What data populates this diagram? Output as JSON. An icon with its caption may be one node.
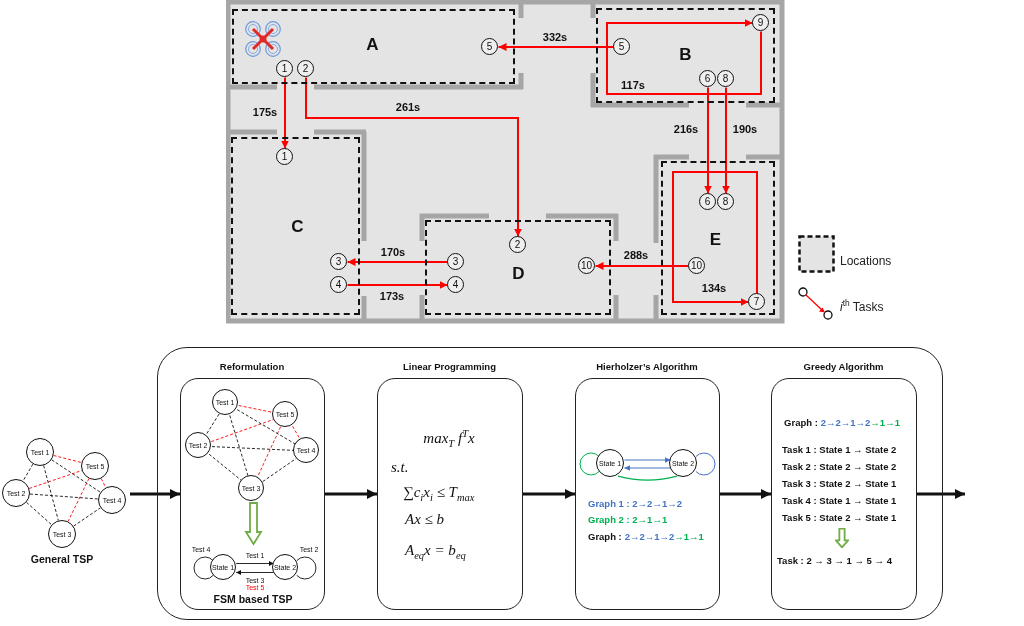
{
  "diagram": {
    "nodes": [
      {
        "text": [
          "A"
        ]
      },
      {
        "text": [
          "1"
        ],
        "in": 0
      },
      {
        "text": [
          "2"
        ],
        "in": 0
      },
      {
        "text": [
          "5"
        ],
        "in": 0
      },
      {
        "text": [
          "B"
        ]
      },
      {
        "text": [
          "9"
        ],
        "in": 4
      },
      {
        "text": [
          "5"
        ],
        "in": 4
      },
      {
        "text": [
          "6"
        ],
        "in": 4
      },
      {
        "text": [
          "8"
        ],
        "in": 4
      },
      {
        "text": [
          "C"
        ]
      },
      {
        "text": [
          "1"
        ],
        "in": 9
      },
      {
        "text": [
          "3"
        ],
        "in": 9
      },
      {
        "text": [
          "4"
        ],
        "in": 9
      },
      {
        "text": [
          "D"
        ]
      },
      {
        "text": [
          "2"
        ],
        "in": 13
      },
      {
        "text": [
          "3"
        ],
        "in": 13
      },
      {
        "text": [
          "4"
        ],
        "in": 13
      },
      {
        "text": [
          "10"
        ],
        "in": 13
      },
      {
        "text": [
          "E"
        ]
      },
      {
        "text": [
          "6"
        ],
        "in": 18
      },
      {
        "text": [
          "8"
        ],
        "in": 18
      },
      {
        "text": [
          "10"
        ],
        "in": 18
      },
      {
        "text": [
          "7"
        ],
        "in": 18
      },
      {
        "text": [
          "General TSP"
        ]
      },
      {
        "text": [
          "Test 1"
        ],
        "in": 23
      },
      {
        "text": [
          "Test 5"
        ],
        "in": 23
      },
      {
        "text": [
          "Test 2"
        ],
        "in": 23
      },
      {
        "text": [
          "Test 4"
        ],
        "in": 23
      },
      {
        "text": [
          "Test 3"
        ],
        "in": 23
      },
      {
        "text": [],
        "shape": "box"
      },
      {
        "text": [
          "Reformulation"
        ],
        "in": 29
      },
      {
        "text": [],
        "shape": "picture",
        "in": 30
      },
      {
        "text": [
          "Test 1"
        ],
        "in": 31
      },
      {
        "text": [
          "Test 5"
        ],
        "in": 31
      },
      {
        "text": [
          "Test 2"
        ],
        "in": 31
      },
      {
        "text": [
          "Test 4"
        ],
        "in": 31
      },
      {
        "text": [
          "Test 3"
        ],
        "in": 31
      },
      {
        "text": [
          "FSM based TSP"
        ],
        "in": 30
      },
      {
        "text": [
          "State 1"
        ],
        "in": 37
      },
      {
        "text": [
          "State 2"
        ],
        "in": 37
      },
      {
        "text": [
          "Linear Programming",
          "max$_{T}$ f$^{T}$x",
          "s.t.",
          "∑c$_{i}$x$_{i}$ ≤ T$_{max}$",
          "Ax ≤ b",
          "A$_{eq}$x = b$_{eq}$"
        ],
        "in": 29
      },
      {
        "text": [
          "Hierholzer’s Algorithm",
          "Graph 1 : 2→2→1→2",
          "Graph 2 : 2→1→1",
          "Graph :",
          "2→2→1→2",
          "→1→1"
        ],
        "in": 29
      },
      {
        "text": [
          "State 1"
        ],
        "in": 41
      },
      {
        "text": [
          "State 2"
        ],
        "in": 41
      },
      {
        "text": [
          "Greedy Algorithm",
          "Graph :",
          "2→2→1→2",
          "→1→1",
          "Task 1 : State 1 → State 2",
          "Task 2 : State 2 → State 2",
          "Task 3 : State 2 → State 1",
          "Task 4 : State 1 → State 1",
          "Task 5 : State 2 → State 1",
          "Task : 2 → 3 → 1 → 5 → 4"
        ],
        "in": 29
      }
    ],
    "edges": [
      {
        "from": 1,
        "to": 10,
        "arrow": "to",
        "label": "175s",
        "color": "#ff0000"
      },
      {
        "from": 2,
        "to": 14,
        "arrow": "to",
        "label": "261s",
        "color": "#ff0000"
      },
      {
        "from": 15,
        "to": 11,
        "arrow": "to",
        "label": "170s",
        "color": "#ff0000"
      },
      {
        "from": 12,
        "to": 16,
        "arrow": "to",
        "label": "173s",
        "color": "#ff0000"
      },
      {
        "from": 6,
        "to": 3,
        "arrow": "to",
        "label": "332s",
        "color": "#ff0000"
      },
      {
        "from": 7,
        "to": 19,
        "arrow": "to",
        "label": "216s",
        "color": "#ff0000"
      },
      {
        "from": 22,
        "to": 22,
        "arrow": "to",
        "label": "134s",
        "color": "#ff0000"
      },
      {
        "from": 8,
        "to": 20,
        "arrow": "to",
        "label": "190s",
        "color": "#ff0000"
      },
      {
        "from": 5,
        "to": 5,
        "arrow": "to",
        "label": "117s",
        "color": "#ff0000"
      },
      {
        "from": 21,
        "to": 17,
        "arrow": "to",
        "label": "288s",
        "color": "#ff0000"
      },
      {
        "from": 24,
        "to": 25,
        "arrow": "none",
        "style": "dashed",
        "color": "#ff0000"
      },
      {
        "from": 26,
        "to": 25,
        "arrow": "none",
        "style": "dashed",
        "color": "#ff0000"
      },
      {
        "from": 25,
        "to": 27,
        "arrow": "none",
        "style": "dashed",
        "color": "#ff0000"
      },
      {
        "from": 25,
        "to": 28,
        "arrow": "none",
        "style": "dashed",
        "color": "#ff0000"
      },
      {
        "from": 24,
        "to": 26,
        "arrow": "none",
        "style": "dashed"
      },
      {
        "from": 24,
        "to": 28,
        "arrow": "none",
        "style": "dashed"
      },
      {
        "from": 24,
        "to": 27,
        "arrow": "none",
        "style": "dashed"
      },
      {
        "from": 26,
        "to": 27,
        "arrow": "none",
        "style": "dashed"
      },
      {
        "from": 26,
        "to": 28,
        "arrow": "none",
        "style": "dashed"
      },
      {
        "from": 28,
        "to": 27,
        "arrow": "none",
        "style": "dashed"
      },
      {
        "from": 32,
        "to": 33,
        "arrow": "none",
        "style": "dashed",
        "color": "#ff0000"
      },
      {
        "from": 34,
        "to": 33,
        "arrow": "none",
        "style": "dashed",
        "color": "#ff0000"
      },
      {
        "from": 33,
        "to": 35,
        "arrow": "none",
        "style": "dashed",
        "color": "#ff0000"
      },
      {
        "from": 33,
        "to": 36,
        "arrow": "none",
        "style": "dashed",
        "color": "#ff0000"
      },
      {
        "from": 32,
        "to": 34,
        "arrow": "none",
        "style": "dashed"
      },
      {
        "from": 32,
        "to": 36,
        "arrow": "none",
        "style": "dashed"
      },
      {
        "from": 32,
        "to": 35,
        "arrow": "none",
        "style": "dashed"
      },
      {
        "from": 34,
        "to": 35,
        "arrow": "none",
        "style": "dashed"
      },
      {
        "from": 34,
        "to": 36,
        "arrow": "none",
        "style": "dashed"
      },
      {
        "from": 36,
        "to": 35,
        "arrow": "none",
        "style": "dashed"
      },
      {
        "from": 31,
        "to": 37,
        "arrow": "to",
        "style": "thick",
        "color": "#70ad47"
      },
      {
        "from": 38,
        "to": 38,
        "arrow": "none",
        "label": "Test 4"
      },
      {
        "from": 38,
        "to": 39,
        "arrow": "to",
        "label": "Test 1"
      },
      {
        "from": 39,
        "to": 38,
        "arrow": "to",
        "label": "Test 3"
      },
      {
        "from": 39,
        "to": 39,
        "arrow": "none",
        "label": "Test 2"
      },
      {
        "from": 23,
        "to": 30,
        "arrow": "to",
        "style": "thick"
      },
      {
        "from": 30,
        "to": 40,
        "arrow": "to",
        "style": "thick"
      },
      {
        "from": 40,
        "to": 41,
        "arrow": "to",
        "style": "thick"
      },
      {
        "from": 41,
        "to": 44,
        "arrow": "to",
        "style": "thick"
      },
      {
        "from": 44,
        "to": null,
        "arrow": "to",
        "style": "thick"
      },
      {
        "from": 42,
        "to": 42,
        "arrow": "none",
        "color": "#00b050"
      },
      {
        "from": 42,
        "to": 43,
        "arrow": "to",
        "color": "#4472c4"
      },
      {
        "from": 43,
        "to": 42,
        "arrow": "to",
        "color": "#4472c4"
      },
      {
        "from": 43,
        "to": 43,
        "arrow": "none",
        "color": "#4472c4"
      },
      {
        "from": 42,
        "to": 43,
        "arrow": "none",
        "color": "#00b050"
      }
    ],
    "labels": [
      "Test 5"
    ],
    "legend": [
      {
        "text": "Locations"
      },
      {
        "text": "*i*$^{th}$ Tasks"
      }
    ]
  }
}
